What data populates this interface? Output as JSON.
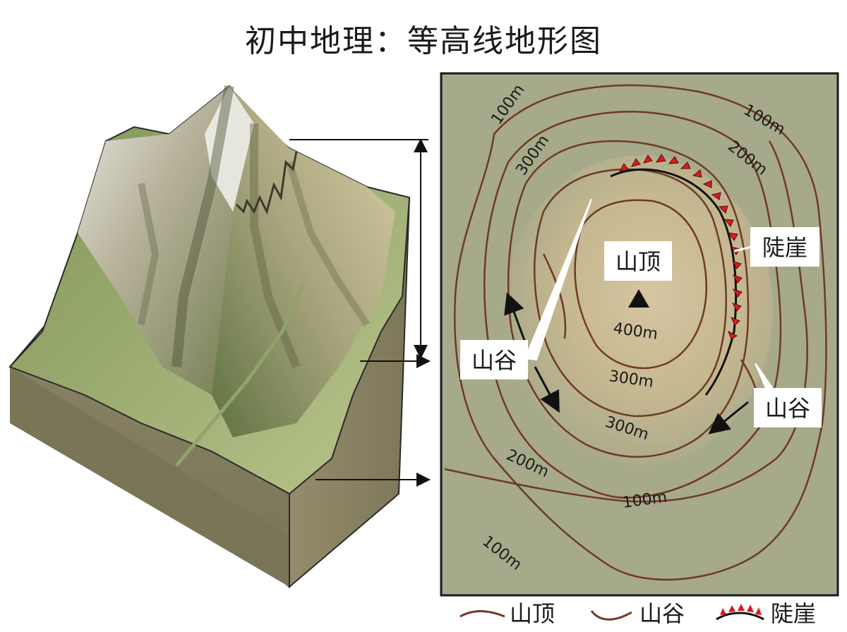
{
  "title": "初中地理：等高线地形图",
  "contour_labels": {
    "c100_tl": "100m",
    "c100_tr": "100m",
    "c200_tr": "200m",
    "c300_tl": "300m",
    "c400": "400m",
    "c300_mid": "300m",
    "c300_low": "300m",
    "c200_bl": "200m",
    "c100_b": "100m",
    "c100_bl": "100m"
  },
  "callouts": {
    "summit": "山顶",
    "cliff": "陡崖",
    "valley_left": "山谷",
    "valley_right": "山谷"
  },
  "legend": [
    {
      "symbol": "ridge-line",
      "label": "山顶"
    },
    {
      "symbol": "valley-line",
      "label": "山谷"
    },
    {
      "symbol": "cliff-symbol",
      "label": "陡崖"
    }
  ],
  "colors": {
    "map_bg": "#a5a88a",
    "contour": "#6e3a24",
    "cliff_red": "#d81c1c",
    "summit_fill": "#d6c4a0"
  }
}
